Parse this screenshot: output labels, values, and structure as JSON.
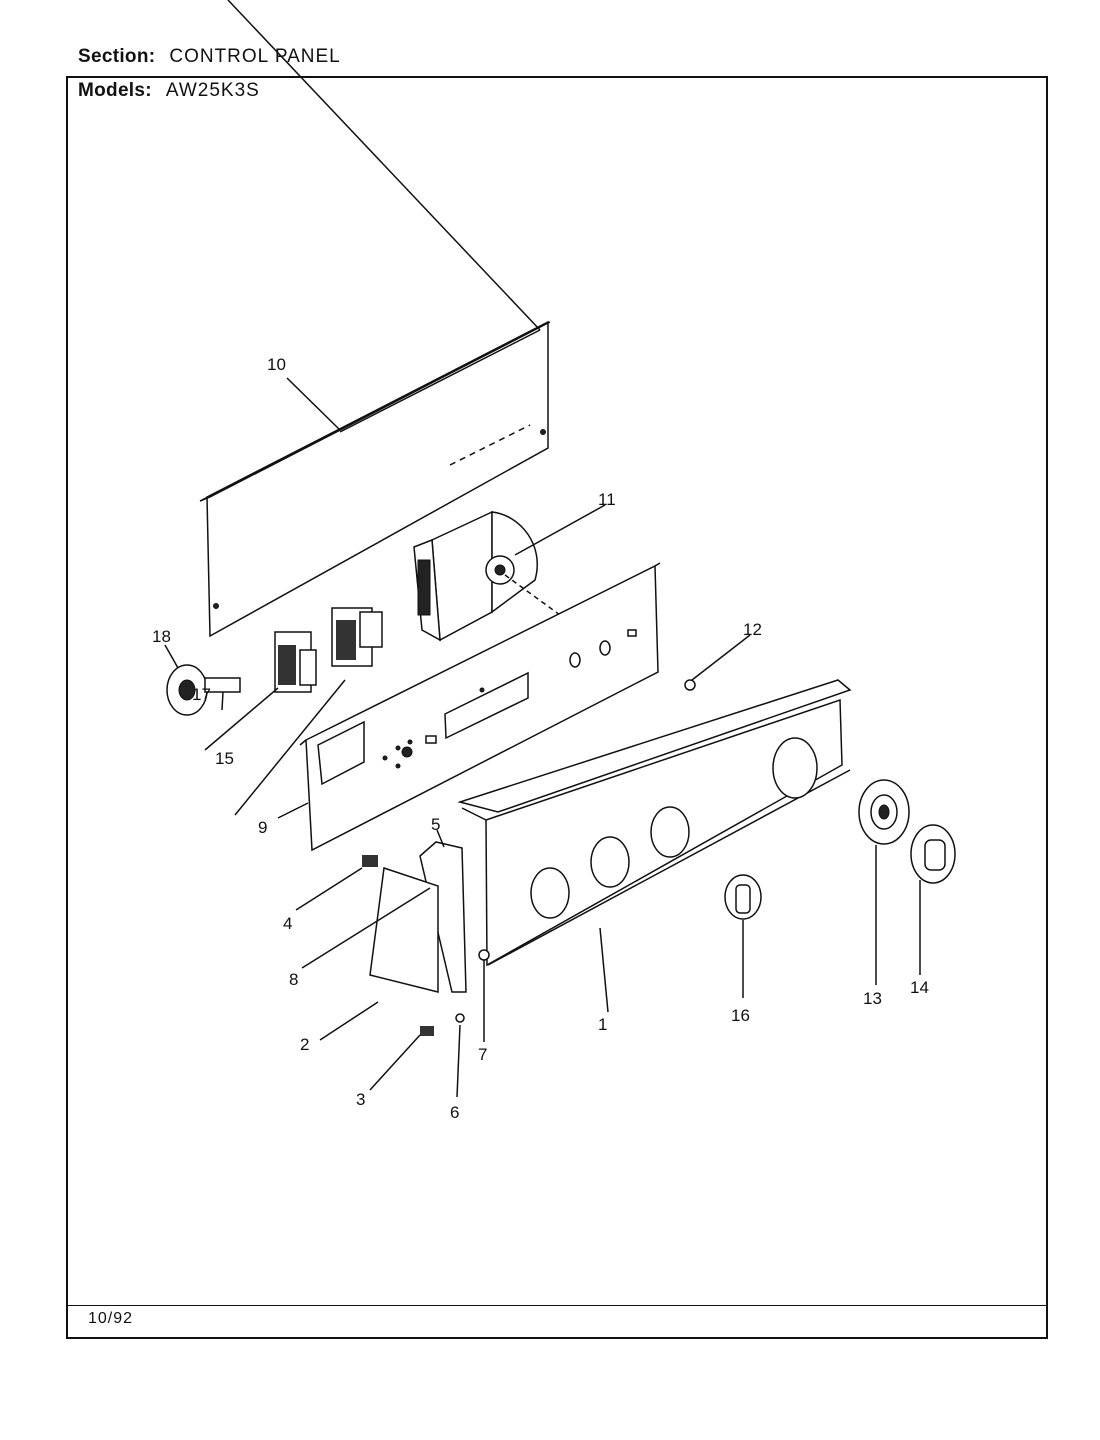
{
  "header": {
    "section_label": "Section:",
    "section_value": "CONTROL PANEL",
    "models_label": "Models:",
    "models_value": "AW25K3S"
  },
  "footer": {
    "date": "10/92"
  },
  "callouts": [
    "1",
    "2",
    "3",
    "4",
    "5",
    "6",
    "7",
    "8",
    "9",
    "10",
    "11",
    "12",
    "13",
    "14",
    "15",
    "16",
    "17",
    "18"
  ]
}
